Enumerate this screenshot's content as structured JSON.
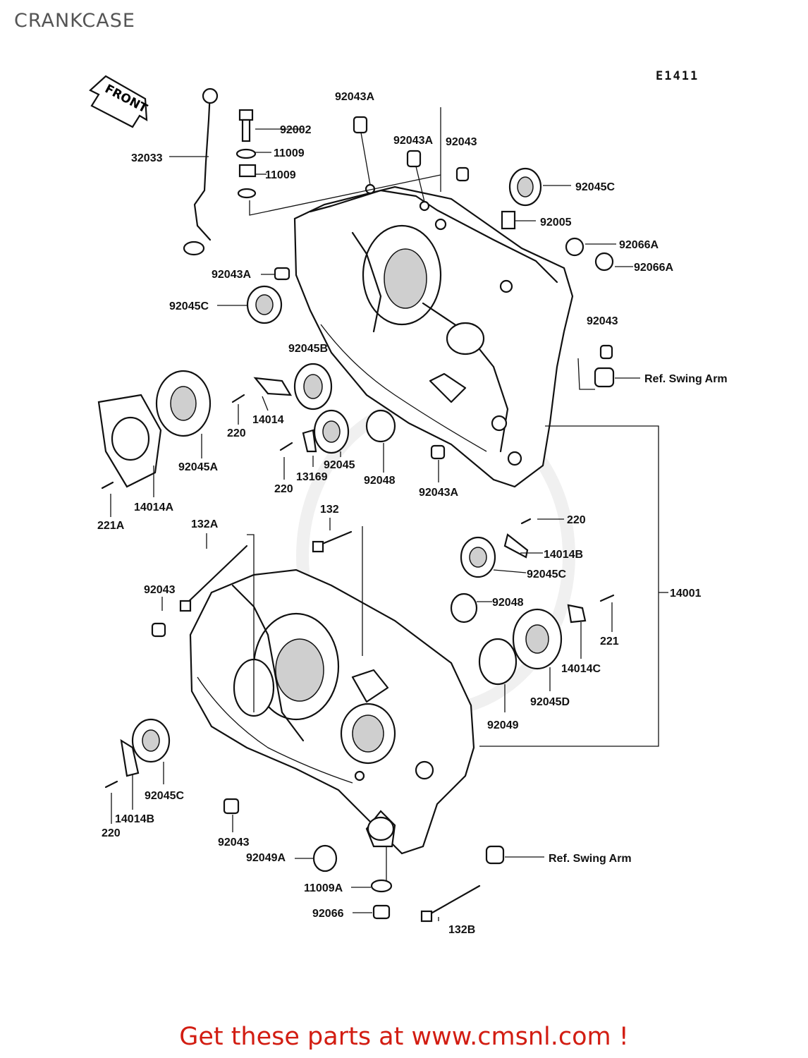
{
  "title": "CRANKCASE",
  "diagram_code": "E1411",
  "front_arrow_label": "FRONT",
  "footer_text": "Get these parts at www.cmsnl.com !",
  "colors": {
    "footer": "#d21d12",
    "ink": "#111111"
  },
  "parts": [
    {
      "label": "92043A"
    },
    {
      "label": "92002"
    },
    {
      "label": "32033"
    },
    {
      "label": "11009"
    },
    {
      "label": "11009"
    },
    {
      "label": "92043A"
    },
    {
      "label": "92043"
    },
    {
      "label": "92045C"
    },
    {
      "label": "92005"
    },
    {
      "label": "92066A"
    },
    {
      "label": "92066A"
    },
    {
      "label": "92043A"
    },
    {
      "label": "92045C"
    },
    {
      "label": "92043"
    },
    {
      "label": "Ref. Swing Arm"
    },
    {
      "label": "92045B"
    },
    {
      "label": "14014"
    },
    {
      "label": "220"
    },
    {
      "label": "92045A"
    },
    {
      "label": "92045"
    },
    {
      "label": "13169"
    },
    {
      "label": "220"
    },
    {
      "label": "92048"
    },
    {
      "label": "92043A"
    },
    {
      "label": "14014A"
    },
    {
      "label": "221A"
    },
    {
      "label": "132"
    },
    {
      "label": "132A"
    },
    {
      "label": "220"
    },
    {
      "label": "14014B"
    },
    {
      "label": "92045C"
    },
    {
      "label": "14001"
    },
    {
      "label": "92043"
    },
    {
      "label": "92048"
    },
    {
      "label": "221"
    },
    {
      "label": "14014C"
    },
    {
      "label": "92045D"
    },
    {
      "label": "92049"
    },
    {
      "label": "92045C"
    },
    {
      "label": "14014B"
    },
    {
      "label": "220"
    },
    {
      "label": "92043"
    },
    {
      "label": "92049A"
    },
    {
      "label": "Ref. Swing Arm"
    },
    {
      "label": "11009A"
    },
    {
      "label": "92066"
    },
    {
      "label": "132B"
    }
  ]
}
